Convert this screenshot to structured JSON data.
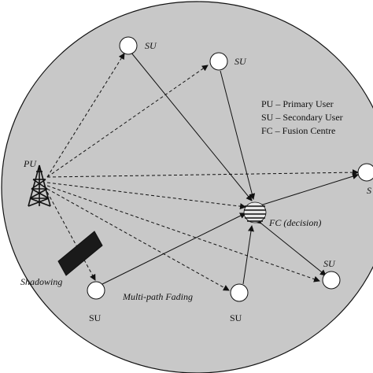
{
  "nodes": {
    "pu_label": "PU",
    "su_top": "SU",
    "su_top_right": "SU",
    "su_right": "S",
    "su_lower_right": "SU",
    "su_bottom_left": "SU",
    "su_bottom_mid": "SU",
    "fc_label": "FC (decision)"
  },
  "annotations": {
    "shadowing": "Shadowing",
    "multipath": "Multi-path Fading"
  },
  "legend": [
    "PU – Primary User",
    "SU – Secondary User",
    "FC – Fusion Centre"
  ],
  "colors": {
    "background_disc": "#c8c8c8",
    "node_fill": "#ffffff",
    "line": "#111111",
    "obstacle": "#1a1a1a"
  },
  "icons": {
    "primary_user": "transmission-tower-icon",
    "fusion_centre": "fusion-centre-icon"
  }
}
